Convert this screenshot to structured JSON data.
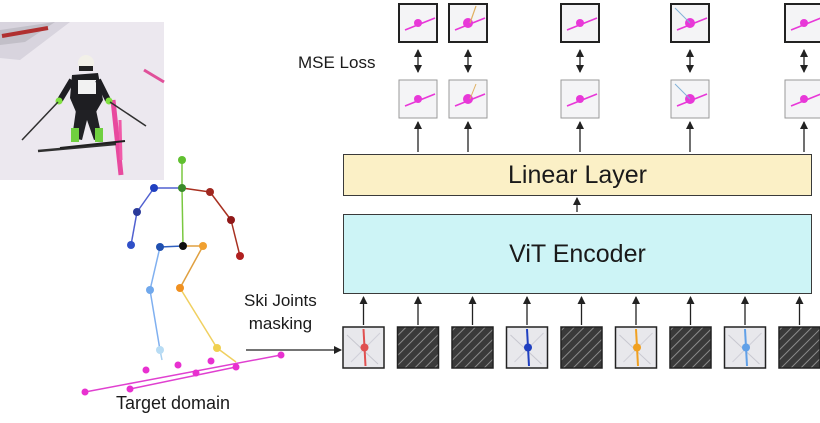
{
  "labels": {
    "mse_loss": "MSE Loss",
    "ski_line1": "Ski Joints",
    "ski_line2": "masking",
    "target_domain": "Target domain"
  },
  "layers": {
    "linear": "Linear Layer",
    "encoder": "ViT Encoder"
  },
  "colors": {
    "linear_fill": "#fbf0c6",
    "encoder_fill": "#cdf4f6",
    "heatmap_magenta": "#e838d8",
    "masked_hatch": "#3a3a3a"
  },
  "input_patches": [
    {
      "kind": "image",
      "joint_color": "#e05050"
    },
    {
      "kind": "masked"
    },
    {
      "kind": "masked"
    },
    {
      "kind": "image",
      "joint_color": "#2040c0"
    },
    {
      "kind": "masked"
    },
    {
      "kind": "image",
      "joint_color": "#f0a020"
    },
    {
      "kind": "masked"
    },
    {
      "kind": "image",
      "joint_color": "#60a0e8"
    },
    {
      "kind": "masked"
    }
  ]
}
